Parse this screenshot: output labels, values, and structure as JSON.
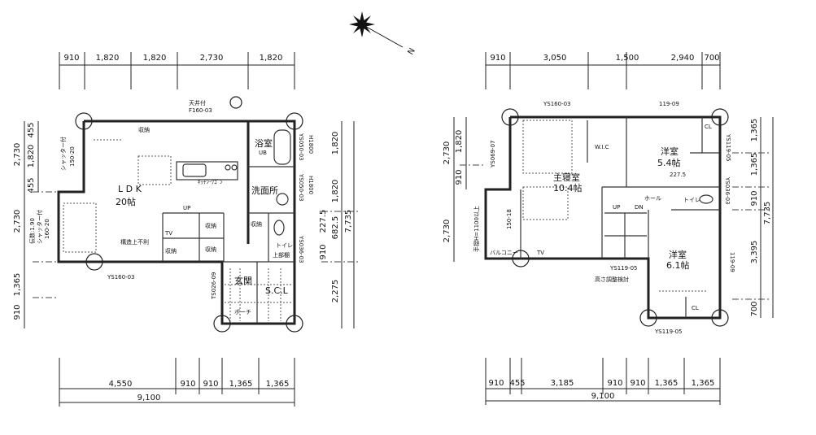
{
  "compass": {
    "north_label": "N"
  },
  "floor1": {
    "dims_top": [
      "910",
      "1,820",
      "1,820",
      "2,730",
      "1,820"
    ],
    "dims_bottom": [
      "4,550",
      "910",
      "910",
      "1,365",
      "1,365"
    ],
    "dim_bottom_total": "9,100",
    "dims_left": [
      "2,730",
      "455",
      "1,820",
      "455",
      "2,730",
      "1,365",
      "910"
    ],
    "dims_right": [
      "1,820",
      "1,820",
      "227.5",
      "682.5",
      "910",
      "2,275",
      "7,735"
    ],
    "rooms": {
      "ldk": "L D K",
      "ldk_size": "20帖",
      "bath": "浴室",
      "bath_ub": "UB",
      "washroom": "洗面所",
      "toilet": "トイレ",
      "entrance": "玄関",
      "scl": "S.C.L",
      "storage": "収納",
      "up": "UP",
      "tv": "TV",
      "porch": "ポーチ",
      "upper_shelf": "上部棚"
    },
    "notes": {
      "ceiling": "天井付",
      "ceiling_code": "F160-03",
      "shutter1": "シャッター付",
      "shutter1_code": "150-20",
      "shutter2a": "伝数:1.90",
      "shutter2b": "シャッター付",
      "shutter2_code": "160-20",
      "structure": "構造上不利",
      "kitchen": "ｷｯﾁﾝ-ﾜｺﾞﾝ"
    },
    "window_codes": [
      "YS160-03",
      "YS050-03",
      "H1800",
      "YS050-03",
      "H1800",
      "YS036-03",
      "TS026-09"
    ]
  },
  "floor2": {
    "dims_top": [
      "910",
      "3,050",
      "1,500",
      "2,940",
      "700"
    ],
    "dims_bottom": [
      "910",
      "455",
      "3,185",
      "910",
      "910",
      "1,365",
      "1,365"
    ],
    "dim_bottom_total": "9,100",
    "dims_left": [
      "2,730",
      "1,820",
      "910",
      "2,730"
    ],
    "dims_right": [
      "1,365",
      "1,365",
      "910",
      "7,735",
      "3,395",
      "700"
    ],
    "rooms": {
      "master": "主寝室",
      "master_size": "10.4帖",
      "wic": "W.I.C",
      "room1": "洋室",
      "room1_size": "5.4帖",
      "room2": "洋室",
      "room2_size": "6.1帖",
      "hall": "ホール",
      "toilet": "トイレ",
      "balcony": "バルコニー",
      "cl1": "CL",
      "cl2": "CL",
      "up": "UP",
      "dn": "DN",
      "tv": "TV",
      "small_dim": "227.5"
    },
    "notes": {
      "handrail": "手摺H=1100以上",
      "height_adjust": "高さ調整検討"
    },
    "window_codes": [
      "YS160-03",
      "119-09",
      "YS069-07",
      "150-18",
      "YS119-05",
      "YS036-03",
      "119-09",
      "YS119-05",
      "YS119-05"
    ]
  }
}
